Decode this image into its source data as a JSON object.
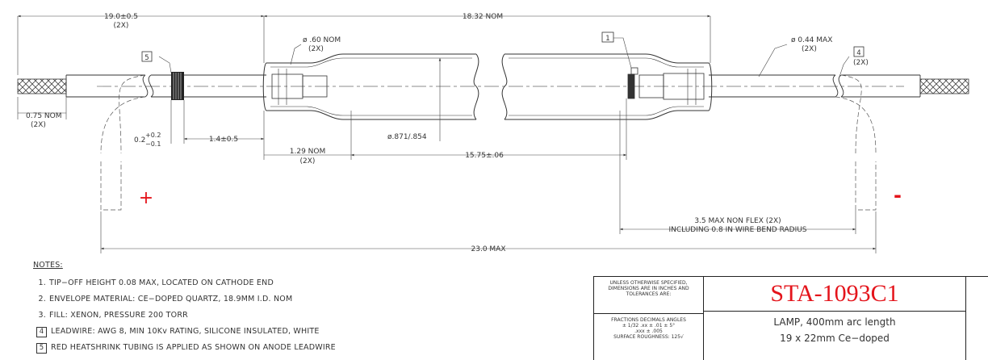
{
  "dimensions": {
    "overall_length": "23.0 MAX",
    "lead_length": "19.0±0.5",
    "lead_length_qty": "(2X)",
    "body_length": "18.32 NOM",
    "sleeve_dia": "ø .60 NOM",
    "sleeve_dia_qty": "(2X)",
    "wire_dia": "ø 0.44 MAX",
    "wire_dia_qty": "(2X)",
    "strip_length": "0.75 NOM",
    "strip_length_qty": "(2X)",
    "tubing_offset": "0.2",
    "tubing_offset_plus": "+0.2",
    "tubing_offset_minus": "−0.1",
    "tubing_length": "1.4±0.5",
    "envelope_dia": "ø.871/.854",
    "end_length": "1.29 NOM",
    "end_length_qty": "(2X)",
    "arc_length": "15.75±.06",
    "flex_line1": "3.5 MAX NON FLEX (2X)",
    "flex_line2": "INCLUDING 0.8 IN WIRE BEND RADIUS"
  },
  "markers": {
    "tip_off": "1",
    "tubing": "5",
    "leadwire": "4",
    "leadwire_qty": "(2X)"
  },
  "polarity": {
    "anode": "+",
    "cathode": "-"
  },
  "colors": {
    "polarity": "#e4141b",
    "line": "#333333",
    "part_number": "#e4141b"
  },
  "notes": {
    "title": "NOTES:",
    "items": [
      {
        "num": "1.",
        "text": "TIP−OFF HEIGHT 0.08 MAX,  LOCATED ON CATHODE END"
      },
      {
        "num": "2.",
        "text": "ENVELOPE MATERIAL:  CE−DOPED QUARTZ, 18.9MM I.D. NOM"
      },
      {
        "num": "3.",
        "text": "FILL:  XENON, PRESSURE 200 TORR"
      },
      {
        "num": "4",
        "text": "LEADWIRE:  AWG 8, MIN 10Kv RATING, SILICONE INSULATED, WHITE"
      },
      {
        "num": "5",
        "text": "RED HEATSHRINK TUBING IS APPLIED AS SHOWN ON ANODE LEADWIRE"
      }
    ]
  },
  "title_block": {
    "tolerance_1": "UNLESS OTHERWISE SPECIFIED, DIMENSIONS ARE IN INCHES AND TOLERANCES ARE:",
    "tolerance_2": "FRACTIONS DECIMALS ANGLES",
    "tolerance_3": "± 1/32  .xx ± .01  ± 5°",
    "tolerance_4": ".xxx ± .005",
    "tolerance_5": "SURFACE ROUGHNESS: 125√",
    "part_number": "STA-1093C1",
    "desc_line1": "LAMP, 400mm arc length",
    "desc_line2": "19 x 22mm Ce−doped"
  }
}
